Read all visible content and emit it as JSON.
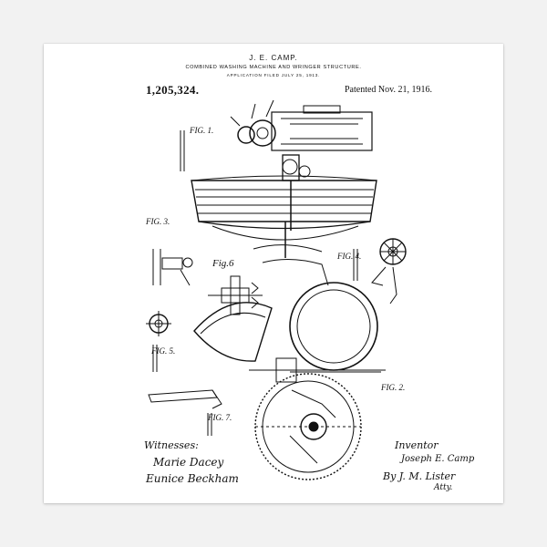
{
  "patent": {
    "inventor_heading": "J. E. CAMP.",
    "title": "COMBINED WASHING MACHINE AND WRINGER STRUCTURE.",
    "filed": "APPLICATION FILED JULY 25, 1913.",
    "number": "1,205,324.",
    "patented": "Patented Nov. 21, 1916."
  },
  "figures": {
    "fig1": "FIG. 1.",
    "fig2": "FIG. 2.",
    "fig3": "FIG. 3.",
    "fig4": "FIG. 4.",
    "fig5": "FIG. 5.",
    "fig6": "Fig.6",
    "fig7": "FIG. 7."
  },
  "signatures": {
    "witnesses_label": "Witnesses:",
    "witness_1": "Marie Dacey",
    "witness_2": "Eunice Beckham",
    "inventor_label": "Inventor",
    "inventor_name": "Joseph E. Camp",
    "by_attorney": "By J. M. Lister",
    "attorney_suffix": "Atty."
  },
  "colors": {
    "ink": "#111111",
    "paper": "#ffffff",
    "backdrop": "#f2f2f2"
  }
}
